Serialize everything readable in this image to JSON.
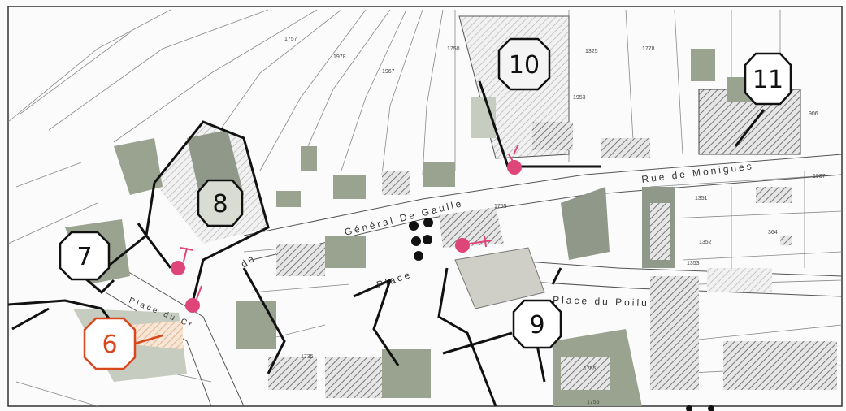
{
  "map": {
    "streets": [
      {
        "id": "general-de-gaulle",
        "text": "Général De Gaulle"
      },
      {
        "id": "rue-de-monigues",
        "text": "Rue de Monigues"
      },
      {
        "id": "place-du-calvaire",
        "text": "Place du Cr"
      },
      {
        "id": "place-du-poilu",
        "text": "Place du Poilu"
      },
      {
        "id": "place",
        "text": "Place"
      },
      {
        "id": "de",
        "text": "de"
      }
    ],
    "markers": [
      {
        "id": "6",
        "label": "6",
        "color": "#d9481c"
      },
      {
        "id": "7",
        "label": "7",
        "color": "#111111"
      },
      {
        "id": "8",
        "label": "8",
        "color": "#111111"
      },
      {
        "id": "9",
        "label": "9",
        "color": "#111111"
      },
      {
        "id": "10",
        "label": "10",
        "color": "#111111"
      },
      {
        "id": "11",
        "label": "11",
        "color": "#111111"
      }
    ],
    "parcel_numbers": [
      "1750",
      "1325",
      "1778",
      "1953",
      "1351",
      "1352",
      "1353",
      "1755",
      "1756",
      "1757",
      "1987",
      "1967",
      "1755",
      "1978",
      "906",
      "364",
      "1735"
    ],
    "colors": {
      "hatched_buildings": "#7a7a7a",
      "green_buildings": "#9aa38f",
      "pink_points": "#e0457a",
      "marker_6": "#d9481c"
    }
  }
}
